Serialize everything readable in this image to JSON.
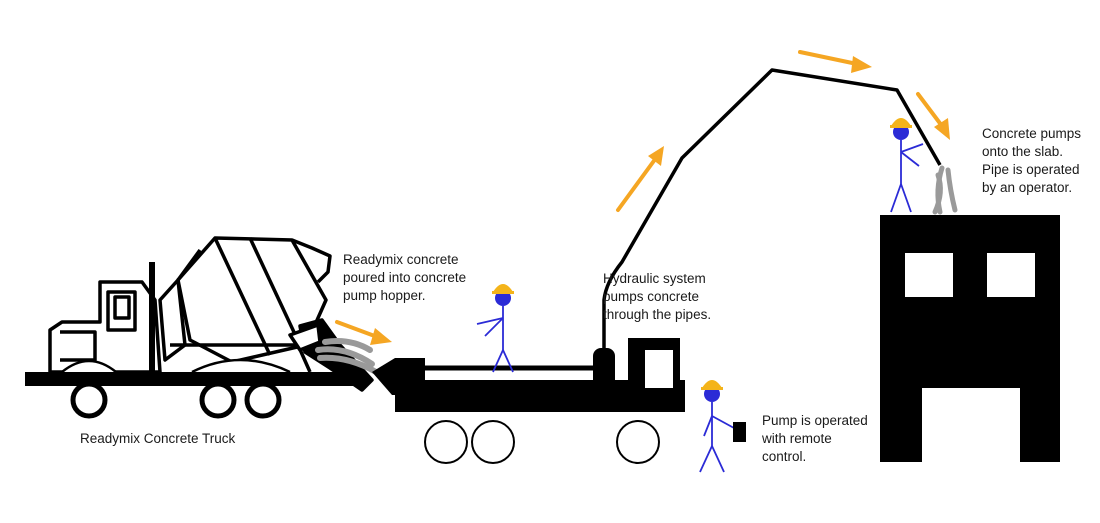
{
  "labels": {
    "truck": [
      "Readymix Concrete Truck"
    ],
    "hopper": [
      "Readymix concrete",
      "poured into concrete",
      "pump hopper."
    ],
    "hydraulic": [
      "Hydraulic system",
      "pumps concrete",
      "through the pipes."
    ],
    "remote": [
      "Pump is operated",
      "with remote",
      "control."
    ],
    "slab": [
      "Concrete pumps",
      "onto the slab.",
      "Pipe is operated",
      "by an operator."
    ]
  },
  "colors": {
    "arrow": "#f5a623",
    "worker_body": "#2b2bd6",
    "helmet": "#f4b41a",
    "concrete": "#9a9a9a",
    "structure": "#000000"
  },
  "icons": {
    "flow_arrow": "flow-arrow-icon",
    "worker": "construction-worker-icon",
    "remote": "remote-control-icon"
  }
}
